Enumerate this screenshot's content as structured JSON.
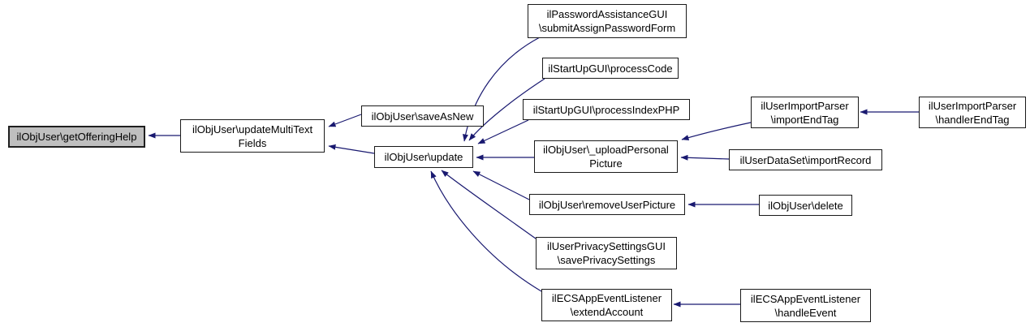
{
  "diagram": {
    "kind": "caller-graph",
    "edge_color": "#191970",
    "node_fill": "#ffffff",
    "node_border": "#1a1a1a",
    "highlight_fill": "#bfbfbf",
    "text_color": "#000000"
  },
  "nodes": {
    "getOfferingHelp": {
      "label": "ilObjUser\\getOfferingHelp",
      "highlighted": true
    },
    "updateMultiTextFields": {
      "label": "ilObjUser\\updateMultiText\nFields",
      "highlighted": false
    },
    "saveAsNew": {
      "label": "ilObjUser\\saveAsNew",
      "highlighted": false
    },
    "update": {
      "label": "ilObjUser\\update",
      "highlighted": false
    },
    "submitAssignPasswordForm": {
      "label": "ilPasswordAssistanceGUI\n\\submitAssignPasswordForm",
      "highlighted": false
    },
    "processCode": {
      "label": "ilStartUpGUI\\processCode",
      "highlighted": false
    },
    "processIndexPHP": {
      "label": "ilStartUpGUI\\processIndexPHP",
      "highlighted": false
    },
    "uploadPersonalPicture": {
      "label": "ilObjUser\\_uploadPersonal\nPicture",
      "highlighted": false
    },
    "removeUserPicture": {
      "label": "ilObjUser\\removeUserPicture",
      "highlighted": false
    },
    "savePrivacySettings": {
      "label": "ilUserPrivacySettingsGUI\n\\savePrivacySettings",
      "highlighted": false
    },
    "extendAccount": {
      "label": "ilECSAppEventListener\n\\extendAccount",
      "highlighted": false
    },
    "importEndTag": {
      "label": "ilUserImportParser\n\\importEndTag",
      "highlighted": false
    },
    "importRecord": {
      "label": "ilUserDataSet\\importRecord",
      "highlighted": false
    },
    "delete": {
      "label": "ilObjUser\\delete",
      "highlighted": false
    },
    "handlerEndTag": {
      "label": "ilUserImportParser\n\\handlerEndTag",
      "highlighted": false
    },
    "handleEvent": {
      "label": "ilECSAppEventListener\n\\handleEvent",
      "highlighted": false
    }
  },
  "edges": [
    {
      "from": "updateMultiTextFields",
      "to": "getOfferingHelp"
    },
    {
      "from": "saveAsNew",
      "to": "updateMultiTextFields"
    },
    {
      "from": "update",
      "to": "updateMultiTextFields"
    },
    {
      "from": "submitAssignPasswordForm",
      "to": "update"
    },
    {
      "from": "processCode",
      "to": "update"
    },
    {
      "from": "processIndexPHP",
      "to": "update"
    },
    {
      "from": "uploadPersonalPicture",
      "to": "update"
    },
    {
      "from": "removeUserPicture",
      "to": "update"
    },
    {
      "from": "savePrivacySettings",
      "to": "update"
    },
    {
      "from": "extendAccount",
      "to": "update"
    },
    {
      "from": "importEndTag",
      "to": "uploadPersonalPicture"
    },
    {
      "from": "importRecord",
      "to": "uploadPersonalPicture"
    },
    {
      "from": "delete",
      "to": "removeUserPicture"
    },
    {
      "from": "handlerEndTag",
      "to": "importEndTag"
    },
    {
      "from": "handleEvent",
      "to": "extendAccount"
    }
  ]
}
